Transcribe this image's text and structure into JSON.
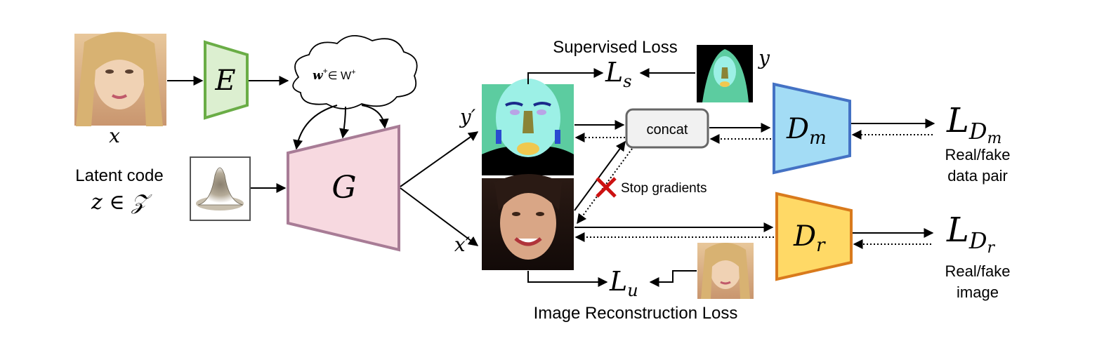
{
  "labels": {
    "x_input": "x",
    "encoder": "E",
    "latent_w": "w",
    "latent_w_sup": "+",
    "latent_w_rest": "∈ W",
    "latent_w_rest_sup": "+",
    "latent_code": "Latent code",
    "z_expr": "z ∈ 𝒵",
    "generator": "G",
    "y_prime": "y′",
    "x_prime": "x′",
    "supervised_loss": "Supervised Loss",
    "ls_main": "L",
    "ls_sub": "s",
    "y": "y",
    "concat": "concat",
    "stop_gradients": "Stop gradients",
    "dm_main": "D",
    "dm_sub": "m",
    "dr_main": "D",
    "dr_sub": "r",
    "ldm_main": "L",
    "ldm_sub": "D",
    "ldm_subsub": "m",
    "ldr_main": "L",
    "ldr_sub": "D",
    "ldr_subsub": "r",
    "real_fake_pair_line1": "Real/fake",
    "real_fake_pair_line2": "data pair",
    "real_fake_image_line1": "Real/fake",
    "real_fake_image_line2": "image",
    "lu_main": "L",
    "lu_sub": "u",
    "recon_loss": "Image Reconstruction Loss"
  },
  "colors": {
    "encoder_fill": "#dcefd0",
    "encoder_stroke": "#6aad46",
    "generator_fill": "#f7d9e0",
    "generator_stroke": "#a87c96",
    "dm_fill": "#a3dcf5",
    "dm_stroke": "#4472c4",
    "dr_fill": "#ffd966",
    "dr_stroke": "#d97a1c",
    "seg_background": "#5ccca0",
    "seg_skin": "#9cf0e6",
    "stop_x": "#cc1111"
  }
}
